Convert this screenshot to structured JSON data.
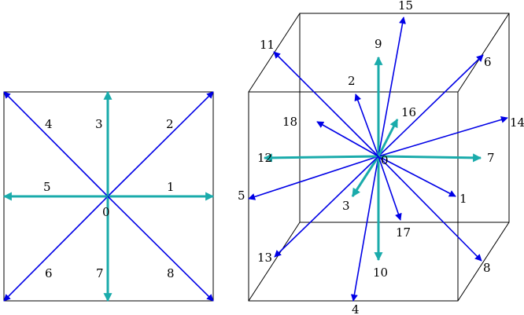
{
  "colors": {
    "secondary": "#0000e6",
    "principal": "#1aabab",
    "frame": "#000000",
    "label": "#000000"
  },
  "left": {
    "origin": "0",
    "vectors": [
      {
        "label": "1",
        "kind": "principal"
      },
      {
        "label": "2",
        "kind": "diagonal"
      },
      {
        "label": "3",
        "kind": "principal"
      },
      {
        "label": "4",
        "kind": "diagonal"
      },
      {
        "label": "5",
        "kind": "principal"
      },
      {
        "label": "6",
        "kind": "diagonal"
      },
      {
        "label": "7",
        "kind": "principal"
      },
      {
        "label": "8",
        "kind": "diagonal"
      }
    ]
  },
  "right": {
    "origin": "0",
    "vectors": [
      {
        "label": "1",
        "kind": "diagonal"
      },
      {
        "label": "2",
        "kind": "diagonal"
      },
      {
        "label": "3",
        "kind": "principal"
      },
      {
        "label": "4",
        "kind": "diagonal"
      },
      {
        "label": "5",
        "kind": "diagonal"
      },
      {
        "label": "6",
        "kind": "diagonal"
      },
      {
        "label": "7",
        "kind": "principal"
      },
      {
        "label": "8",
        "kind": "diagonal"
      },
      {
        "label": "9",
        "kind": "principal"
      },
      {
        "label": "10",
        "kind": "principal"
      },
      {
        "label": "11",
        "kind": "diagonal"
      },
      {
        "label": "12",
        "kind": "principal"
      },
      {
        "label": "13",
        "kind": "diagonal"
      },
      {
        "label": "14",
        "kind": "diagonal"
      },
      {
        "label": "15",
        "kind": "diagonal"
      },
      {
        "label": "16",
        "kind": "principal"
      },
      {
        "label": "17",
        "kind": "diagonal"
      },
      {
        "label": "18",
        "kind": "diagonal"
      }
    ]
  }
}
